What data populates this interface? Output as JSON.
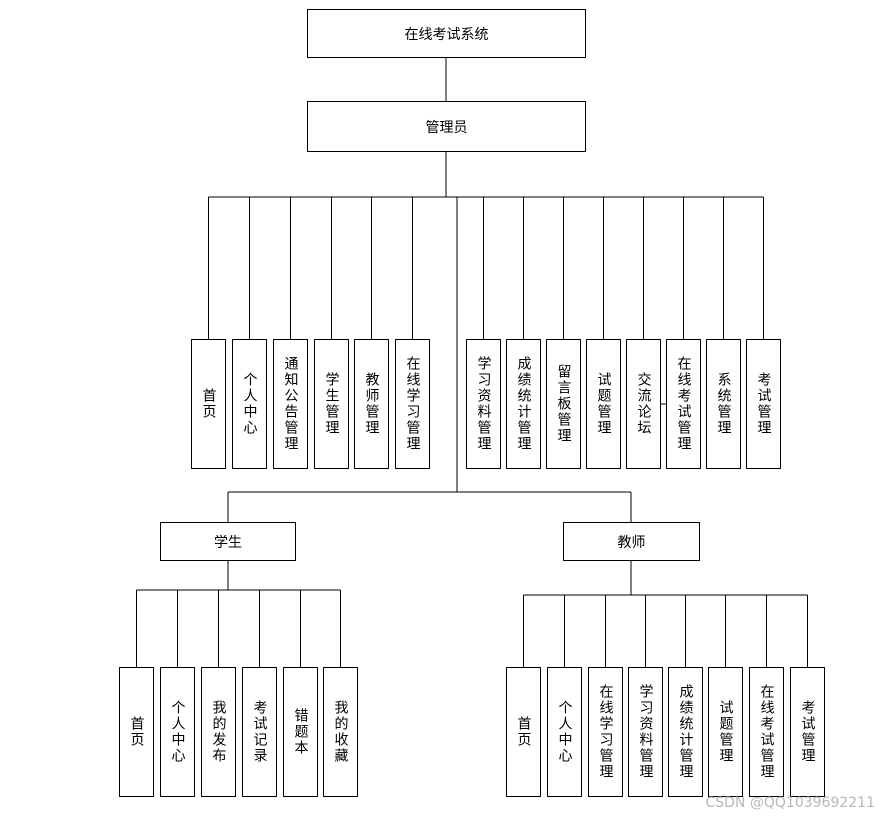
{
  "system": "在线考试系统",
  "admin": {
    "title": "管理员",
    "modules": [
      "首页",
      "个人中心",
      "通知公告管理",
      "学生管理",
      "教师管理",
      "在线学习管理",
      "学习资料管理",
      "成绩统计管理",
      "留言板管理",
      "试题管理",
      "交流论坛",
      "在线考试管理",
      "系统管理",
      "考试管理"
    ]
  },
  "student": {
    "title": "学生",
    "modules": [
      "首页",
      "个人中心",
      "我的发布",
      "考试记录",
      "错题本",
      "我的收藏"
    ]
  },
  "teacher": {
    "title": "教师",
    "modules": [
      "首页",
      "个人中心",
      "在线学习管理",
      "学习资料管理",
      "成绩统计管理",
      "试题管理",
      "在线考试管理",
      "考试管理"
    ]
  },
  "watermark": "CSDN @QQ1039692211"
}
